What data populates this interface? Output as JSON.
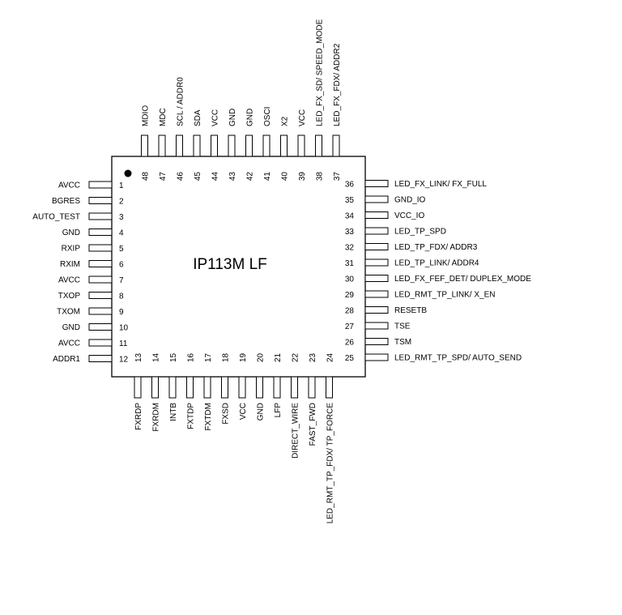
{
  "chip": {
    "part_name": "IP113M LF",
    "pins": [
      {
        "num": "1",
        "name": "AVCC"
      },
      {
        "num": "2",
        "name": "BGRES"
      },
      {
        "num": "3",
        "name": "AUTO_TEST"
      },
      {
        "num": "4",
        "name": "GND"
      },
      {
        "num": "5",
        "name": "RXIP"
      },
      {
        "num": "6",
        "name": "RXIM"
      },
      {
        "num": "7",
        "name": "AVCC"
      },
      {
        "num": "8",
        "name": "TXOP"
      },
      {
        "num": "9",
        "name": "TXOM"
      },
      {
        "num": "10",
        "name": "GND"
      },
      {
        "num": "11",
        "name": "AVCC"
      },
      {
        "num": "12",
        "name": "ADDR1"
      },
      {
        "num": "13",
        "name": "FXRDP"
      },
      {
        "num": "14",
        "name": "FXRDM"
      },
      {
        "num": "15",
        "name": "INTB"
      },
      {
        "num": "16",
        "name": "FXTDP"
      },
      {
        "num": "17",
        "name": "FXTDM"
      },
      {
        "num": "18",
        "name": "FXSD"
      },
      {
        "num": "19",
        "name": "VCC"
      },
      {
        "num": "20",
        "name": "GND"
      },
      {
        "num": "21",
        "name": "LFP"
      },
      {
        "num": "22",
        "name": "DIRECT_WIRE"
      },
      {
        "num": "23",
        "name": "FAST_FWD"
      },
      {
        "num": "24",
        "name": "LED_RMT_TP_FDX/ TP_FORCE"
      },
      {
        "num": "25",
        "name": "LED_RMT_TP_SPD/ AUTO_SEND"
      },
      {
        "num": "26",
        "name": "TSM"
      },
      {
        "num": "27",
        "name": "TSE"
      },
      {
        "num": "28",
        "name": "RESETB"
      },
      {
        "num": "29",
        "name": "LED_RMT_TP_LINK/ X_EN"
      },
      {
        "num": "30",
        "name": "LED_FX_FEF_DET/ DUPLEX_MODE"
      },
      {
        "num": "31",
        "name": "LED_TP_LINK/ ADDR4"
      },
      {
        "num": "32",
        "name": "LED_TP_FDX/ ADDR3"
      },
      {
        "num": "33",
        "name": "LED_TP_SPD"
      },
      {
        "num": "34",
        "name": "VCC_IO"
      },
      {
        "num": "35",
        "name": "GND_IO"
      },
      {
        "num": "36",
        "name": "LED_FX_LINK/  FX_FULL"
      },
      {
        "num": "37",
        "name": "LED_FX_FDX/ ADDR2"
      },
      {
        "num": "38",
        "name": "LED_FX_SD/ SPEED_MODE"
      },
      {
        "num": "39",
        "name": "VCC"
      },
      {
        "num": "40",
        "name": "X2"
      },
      {
        "num": "41",
        "name": "OSCI"
      },
      {
        "num": "42",
        "name": "GND"
      },
      {
        "num": "43",
        "name": "GND"
      },
      {
        "num": "44",
        "name": "VCC"
      },
      {
        "num": "45",
        "name": "SDA"
      },
      {
        "num": "46",
        "name": "SCL / ADDR0"
      },
      {
        "num": "47",
        "name": "MDC"
      },
      {
        "num": "48",
        "name": "MDIO"
      }
    ]
  }
}
